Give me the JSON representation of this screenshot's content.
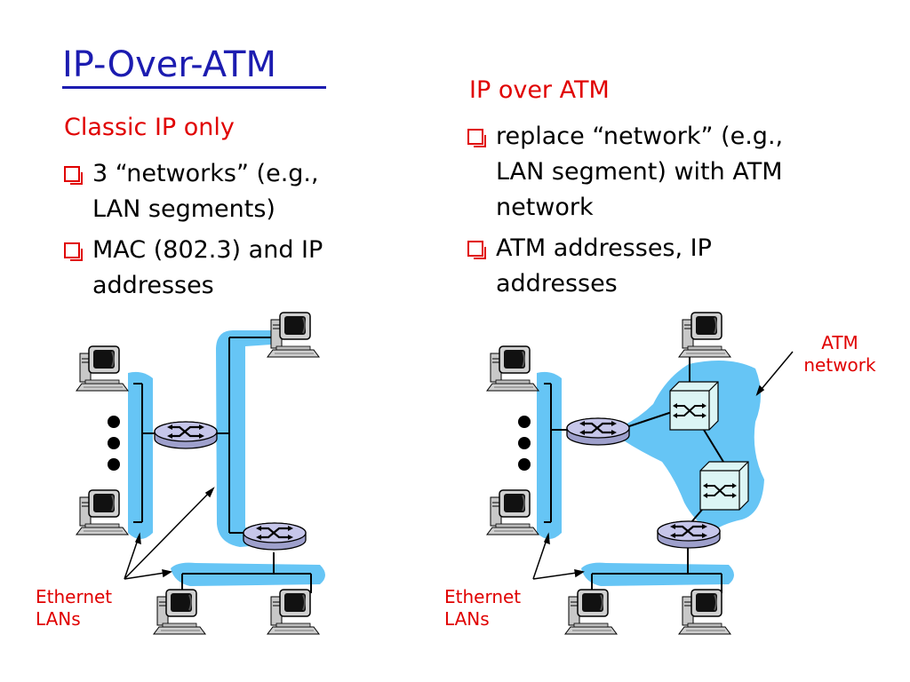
{
  "slide": {
    "title": "IP-Over-ATM"
  },
  "left": {
    "heading": "Classic IP only",
    "bullets": [
      "3 “networks” (e.g., LAN segments)",
      "MAC (802.3) and IP addresses"
    ],
    "label_line1": "Ethernet",
    "label_line2": "LANs"
  },
  "right": {
    "heading": "IP over ATM",
    "bullets": [
      "replace “network” (e.g., LAN segment) with ATM network",
      "ATM addresses, IP addresses"
    ],
    "label_line1": "Ethernet",
    "label_line2": "LANs",
    "atm_line1": "ATM",
    "atm_line2": "network"
  },
  "colors": {
    "title": "#1c1cb0",
    "accent": "#e00000",
    "lan": "#66c5f5",
    "switch": "#dcf5f5",
    "router": "#b8b8e0"
  }
}
